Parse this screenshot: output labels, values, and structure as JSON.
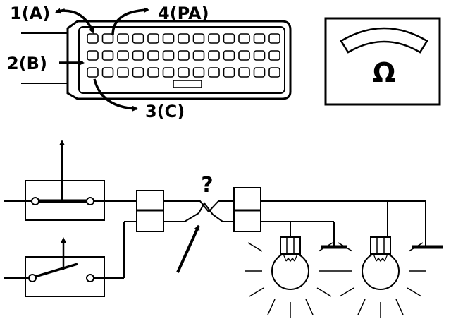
{
  "connector": {
    "callouts": [
      {
        "id": "pin-1",
        "label": "1(A)"
      },
      {
        "id": "pin-2",
        "label": "2(B)"
      },
      {
        "id": "pin-3",
        "label": "3(C)"
      },
      {
        "id": "pin-4",
        "label": "4(PA)"
      }
    ]
  },
  "meter": {
    "unit_symbol": "Ω"
  },
  "circuit": {
    "unknown_marker": "?"
  }
}
